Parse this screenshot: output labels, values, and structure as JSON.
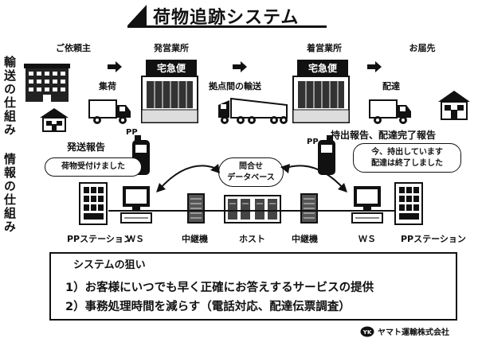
{
  "title": "荷物追跡システム",
  "side_labels": {
    "transport": "輸送の仕組み",
    "information": "情報の仕組み"
  },
  "stages": {
    "client": "ご依頼主",
    "origin_office": "発営業所",
    "destination_office": "着営業所",
    "recipient": "お届先"
  },
  "steps": {
    "pickup": "集荷",
    "hub_transport": "拠点間の輸送",
    "delivery": "配達"
  },
  "sign_label": "宅急便",
  "pp_label": "PP",
  "reports": {
    "dispatch_report": "発送報告",
    "delivery_report": "持出報告、配達完了報告"
  },
  "bubbles": {
    "received": "荷物受付けました",
    "query_db": [
      "問合せ",
      "データベース"
    ],
    "out_for_delivery": [
      "今、持出しています",
      "配達は終了しました"
    ]
  },
  "nodes": {
    "pp_station_left": "PPステーション",
    "ws_left": "ＷＳ",
    "relay_left": "中継機",
    "host": "ホスト",
    "relay_right": "中継機",
    "ws_right": "ＷＳ",
    "pp_station_right": "PPステーション"
  },
  "purpose": {
    "title": "システムの狙い",
    "items": [
      "1）お客様にいつでも早く正確にお答えするサービスの提供",
      "2）事務処理時間を減らす（電話対応、配達伝票調査）"
    ]
  },
  "company": "ヤマト運輸株式会社",
  "company_logo": "YK"
}
